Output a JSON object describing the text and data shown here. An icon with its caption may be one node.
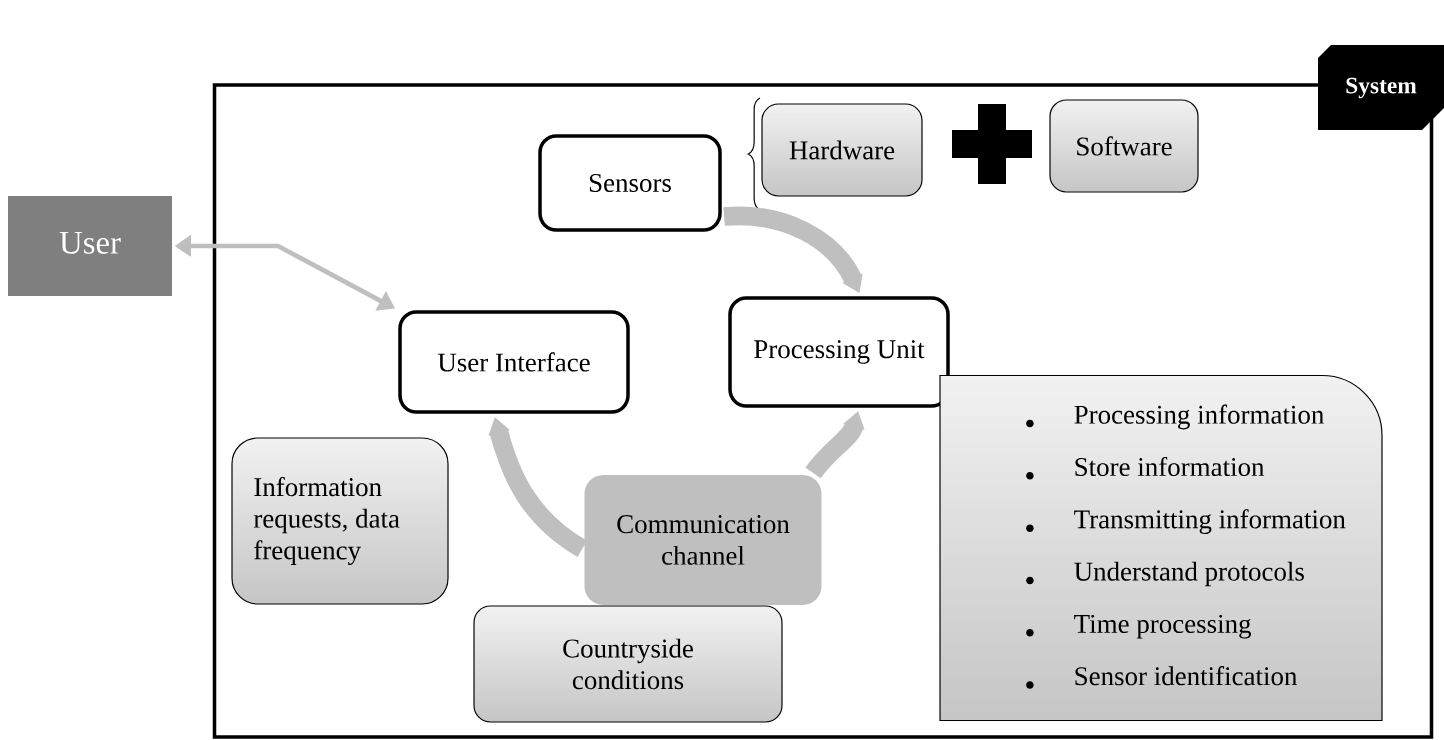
{
  "diagram": {
    "nodes": [
      {
        "text": [
          "System"
        ]
      },
      {
        "text": [
          "User"
        ]
      },
      {
        "text": [
          "Sensors"
        ],
        "in": 0
      },
      {
        "text": [
          "Hardware"
        ],
        "in": 0
      },
      {
        "text": [
          "Software"
        ],
        "in": 0
      },
      {
        "text": [
          "User Interface"
        ],
        "in": 0
      },
      {
        "text": [
          "Processing Unit"
        ],
        "in": 0
      },
      {
        "text": [
          "Information requests, data frequency"
        ],
        "in": 0
      },
      {
        "text": [
          "Communication channel"
        ],
        "in": 0
      },
      {
        "text": [
          "Countryside conditions"
        ],
        "in": 0
      },
      {
        "text": [
          "Processing information",
          "Store information",
          "Transmitting information",
          "Understand protocols",
          "Time processing",
          "Sensor identification"
        ],
        "in": 0
      }
    ],
    "edges": [
      {
        "from": 1,
        "to": 5,
        "arrow": "both"
      },
      {
        "from": 2,
        "to": 6,
        "arrow": "to"
      },
      {
        "from": 8,
        "to": 5,
        "arrow": "to"
      },
      {
        "from": 8,
        "to": 6,
        "arrow": "to"
      }
    ]
  }
}
